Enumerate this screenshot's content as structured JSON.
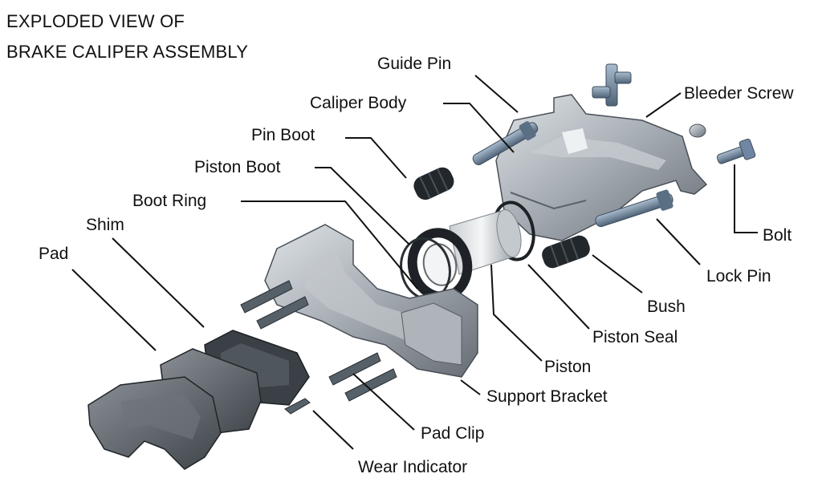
{
  "title_line1": "EXPLODED VIEW OF",
  "title_line2": "BRAKE CALIPER ASSEMBLY",
  "labels": {
    "guide_pin": "Guide Pin",
    "caliper_body": "Caliper Body",
    "bleeder_screw": "Bleeder Screw",
    "pin_boot": "Pin Boot",
    "piston_boot": "Piston Boot",
    "boot_ring": "Boot Ring",
    "shim": "Shim",
    "pad": "Pad",
    "bolt": "Bolt",
    "lock_pin": "Lock Pin",
    "bush": "Bush",
    "piston_seal": "Piston Seal",
    "piston": "Piston",
    "support_bracket": "Support Bracket",
    "pad_clip": "Pad Clip",
    "wear_indicator": "Wear Indicator"
  },
  "colors": {
    "metal": "#9aa2aa",
    "metal_dark": "#5e656c",
    "metal_light": "#d3d8dc",
    "rubber": "#1e2226",
    "bolt_blue": "#6f87a3",
    "leader": "#111111"
  }
}
